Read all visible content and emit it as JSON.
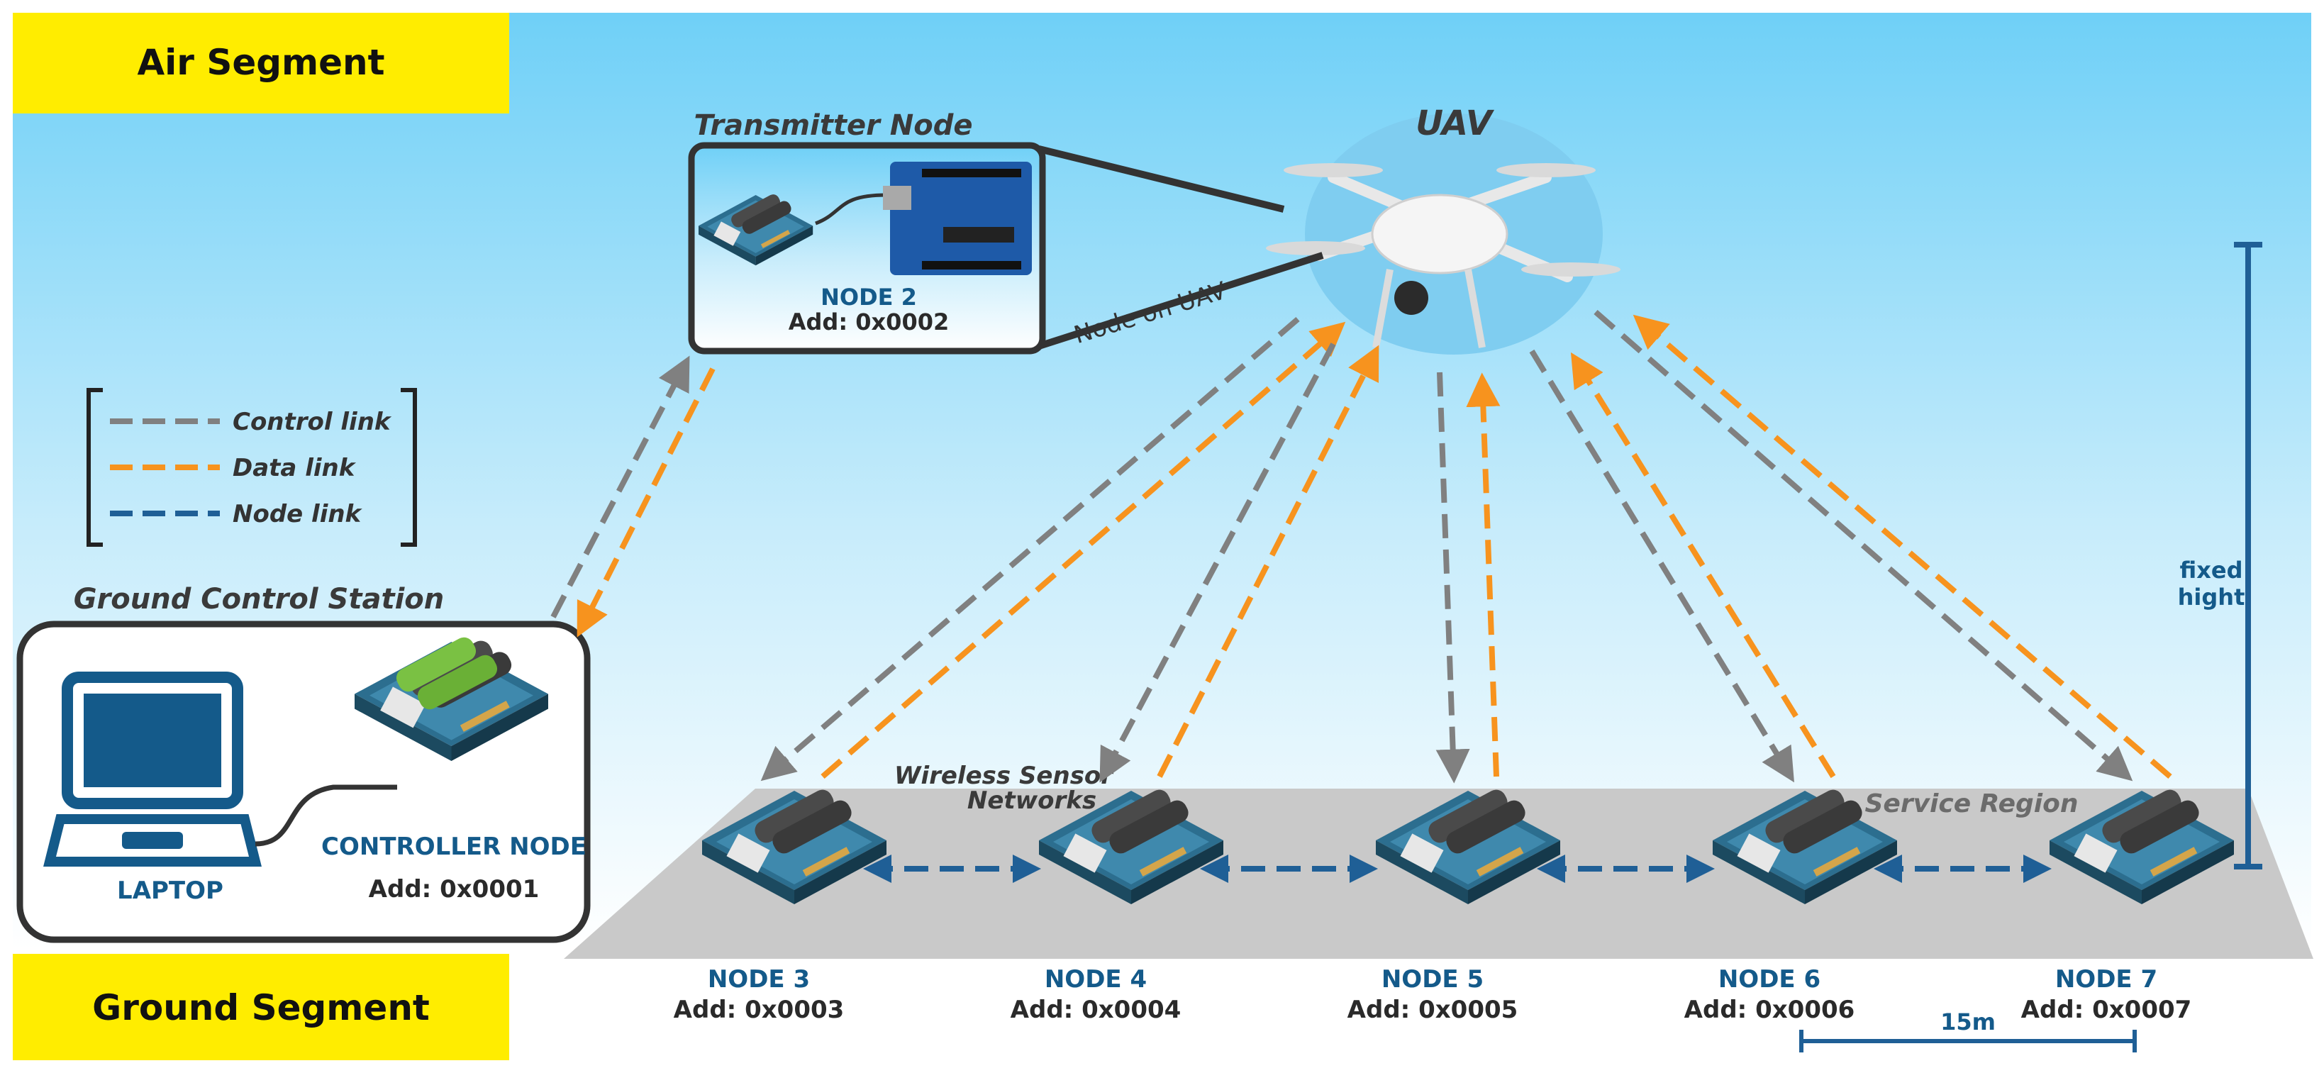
{
  "segments": {
    "air": "Air Segment",
    "ground": "Ground Segment"
  },
  "legend": [
    {
      "label": "Control link",
      "color": "#808080"
    },
    {
      "label": "Data link",
      "color": "#f7931e"
    },
    {
      "label": "Node link",
      "color": "#1f5f96"
    }
  ],
  "transmitter": {
    "title": "Transmitter Node",
    "node_name": "NODE 2",
    "address": "Add: 0x0002",
    "link_label": "Node on UAV"
  },
  "uav": {
    "label": "UAV"
  },
  "gcs": {
    "title": "Ground Control Station",
    "laptop_label": "LAPTOP",
    "controller_label": "CONTROLLER NODE",
    "controller_address": "Add: 0x0001"
  },
  "wsn_label": [
    "Wireless Sensor",
    "Networks"
  ],
  "service_region": "Service Region",
  "height_label": [
    "fixed",
    "hight"
  ],
  "scale_label": "15m",
  "nodes": [
    {
      "name": "NODE 3",
      "address": "Add: 0x0003"
    },
    {
      "name": "NODE 4",
      "address": "Add: 0x0004"
    },
    {
      "name": "NODE 5",
      "address": "Add: 0x0005"
    },
    {
      "name": "NODE 6",
      "address": "Add: 0x0006"
    },
    {
      "name": "NODE 7",
      "address": "Add: 0x0007"
    }
  ],
  "colors": {
    "sky_top": "#6fd0f7",
    "sky_bottom": "#ffffff",
    "segment_yellow": "#ffed00",
    "control_link": "#808080",
    "data_link": "#f7931e",
    "node_link": "#1f5f96",
    "uav_circle": "#7fcdf0",
    "service_region": "#c9c9c9"
  }
}
